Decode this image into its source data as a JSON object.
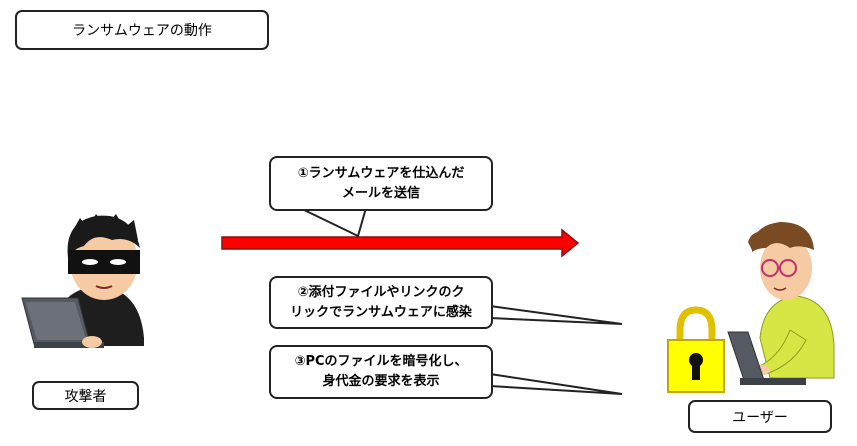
{
  "title": "ランサムウェアの動作",
  "attacker_label": "攻撃者",
  "user_label": "ユーザー",
  "steps": [
    {
      "line1": "①ランサムウェアを仕込んだ",
      "line2": "メールを送信"
    },
    {
      "line1": "②添付ファイルやリンクのク",
      "line2": "リックでランサムウェアに感染"
    },
    {
      "line1": "③PCのファイルを暗号化し、",
      "line2": "身代金の要求を表示"
    }
  ],
  "colors": {
    "arrow": "#ff0000",
    "lock": "#ffff00",
    "user_shirt": "#d6e645",
    "attacker_clothing": "#1e1e1e"
  },
  "icons": {
    "attacker": "hacker-with-laptop-icon",
    "user": "user-with-laptop-icon",
    "lock": "padlock-icon"
  }
}
